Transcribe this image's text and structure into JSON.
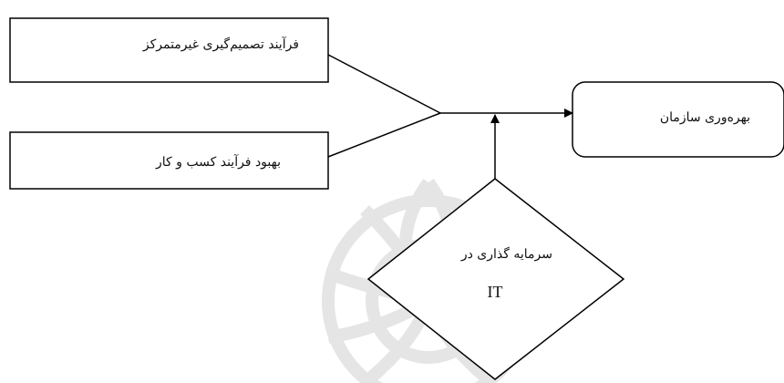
{
  "diagram": {
    "box_decentralized": "فرآیند تصمیم‌گیری غیرمتمرکز",
    "box_business_process": "بهبود فرآیند کسب و کار",
    "box_productivity": "بهره‌وری سازمان",
    "diamond_line1": "سرمایه گذاری در",
    "diamond_line2": "IT"
  },
  "colors": {
    "stroke": "#000000",
    "watermark": "#e2e2e2"
  }
}
